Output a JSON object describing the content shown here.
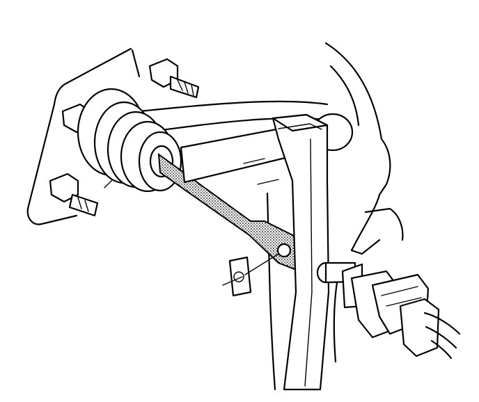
{
  "diagram": {
    "colors": {
      "ink": "#000000",
      "paper": "#ffffff"
    },
    "parts": [
      {
        "id": "mounting-plate"
      },
      {
        "id": "stud-top"
      },
      {
        "id": "stud-upper-left"
      },
      {
        "id": "stud-lower-left"
      },
      {
        "id": "brake-booster-pushrod-boot"
      },
      {
        "id": "pushrod"
      },
      {
        "id": "clip"
      },
      {
        "id": "pedal-arm"
      },
      {
        "id": "pivot-shaft"
      },
      {
        "id": "switch-bracket"
      },
      {
        "id": "electrical-connector"
      }
    ]
  }
}
